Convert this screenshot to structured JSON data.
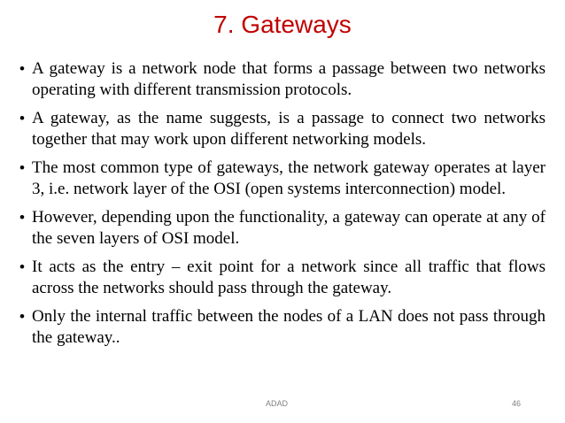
{
  "slide": {
    "title": "7. Gateways",
    "bullet_symbol": "•",
    "bullets": [
      "A gateway is a network node that forms a passage between two networks operating with different transmission protocols.",
      "A gateway, as the name suggests, is a passage to connect two networks together that may work upon different networking models.",
      "The most common type of gateways, the network gateway operates at layer 3, i.e. network layer of the OSI (open systems interconnection) model.",
      "However, depending upon the functionality, a gateway can operate at any of the seven layers of OSI model.",
      "It acts as the entry – exit point for a network since all traffic that flows across the networks should pass through the gateway.",
      "Only the internal traffic between the nodes of a LAN does not pass through the gateway.."
    ],
    "footer_text": "ADAD",
    "page_number": "46"
  },
  "colors": {
    "title": "#c00000",
    "body_text": "#000000",
    "footer": "#808080",
    "background": "#ffffff"
  }
}
